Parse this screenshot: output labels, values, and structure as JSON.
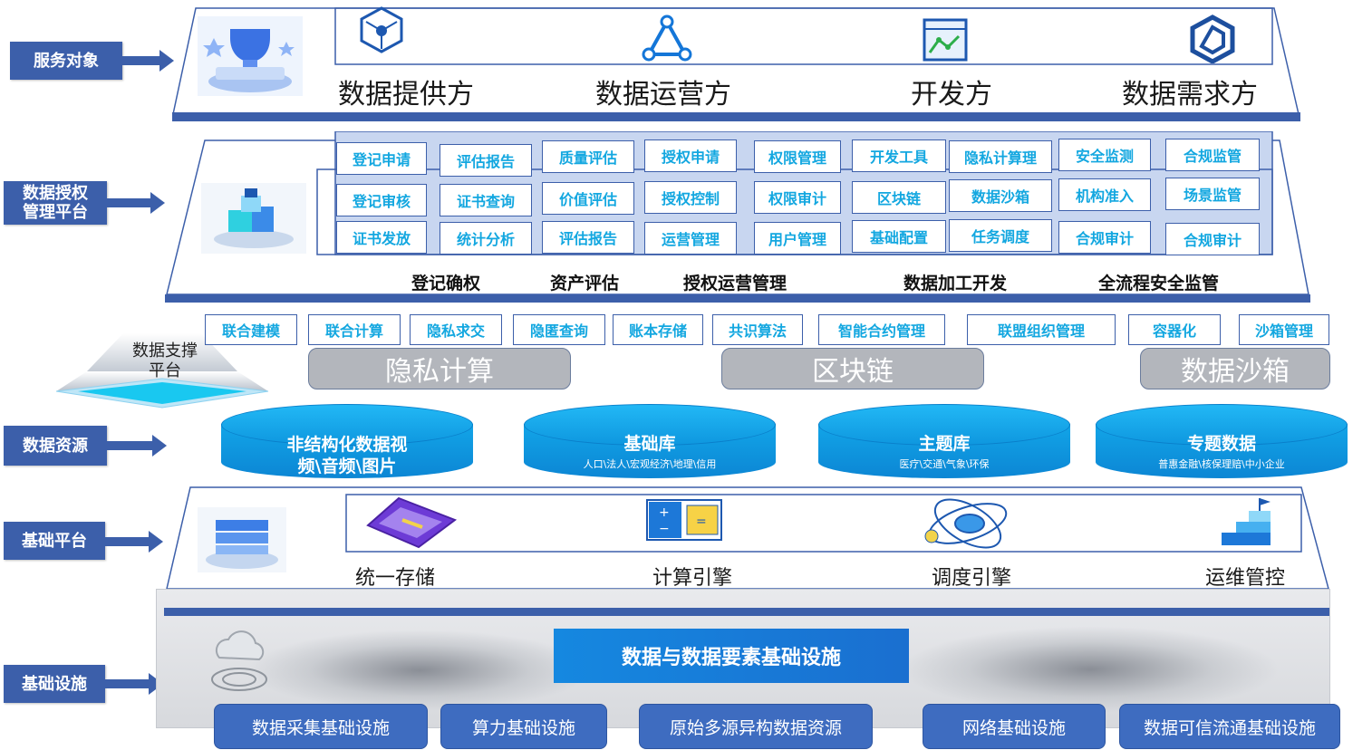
{
  "labels": {
    "service": "服务对象",
    "auth": "数据授权管理平台",
    "support": "数据支撑平台",
    "resource": "数据资源",
    "base": "基础平台",
    "infra": "基础设施"
  },
  "service_objects": [
    "数据提供方",
    "数据运营方",
    "开发方",
    "数据需求方"
  ],
  "auth_rows": [
    [
      "登记申请",
      "评估报告",
      "质量评估",
      "授权申请",
      "权限管理",
      "开发工具",
      "隐私计算理",
      "安全监测",
      "合规监管"
    ],
    [
      "登记审核",
      "证书查询",
      "价值评估",
      "授权控制",
      "权限审计",
      "区块链",
      "数据沙箱",
      "机构准入",
      "场景监管"
    ],
    [
      "证书发放",
      "统计分析",
      "评估报告",
      "运营管理",
      "用户管理",
      "基础配置",
      "任务调度",
      "合规审计",
      "合规审计"
    ]
  ],
  "auth_groups": [
    "登记确权",
    "资产评估",
    "授权运营管理",
    "数据加工开发",
    "全流程安全监管"
  ],
  "support_chips": [
    "联合建模",
    "联合计算",
    "隐私求交",
    "隐匿查询",
    "账本存储",
    "共识算法",
    "智能合约管理",
    "联盟组织管理",
    "容器化",
    "沙箱管理"
  ],
  "support_pills": [
    "隐私计算",
    "区块链",
    "数据沙箱"
  ],
  "resources": [
    {
      "title": "非结构化数据视频\\音频\\图片",
      "title_a": "非结构化数据视",
      "title_b": "频\\音频\\图片",
      "sub": ""
    },
    {
      "title": "基础库",
      "sub": "人口\\法人\\宏观经济\\地理\\信用"
    },
    {
      "title": "主题库",
      "sub": "医疗\\交通\\气象\\环保"
    },
    {
      "title": "专题数据",
      "sub": "普惠金融\\核保理赔\\中小企业"
    }
  ],
  "base_platform": [
    "统一存储",
    "计算引擎",
    "调度引擎",
    "运维管控"
  ],
  "infra": {
    "center": "数据与数据要素基础设施",
    "items": [
      "数据采集基础设施",
      "算力基础设施",
      "原始多源异构数据资源",
      "网络基础设施",
      "数据可信流通基础设施"
    ]
  },
  "colors": {
    "label_bg": "#3c5faa",
    "chip_text": "#13a7e0",
    "cyl": "#0e97df"
  },
  "icons": [
    "trophy-icon",
    "hexagon-node-icon",
    "triangle-network-icon",
    "browser-chart-icon",
    "cube-logo-icon",
    "server-cube-icon",
    "storage-diamond-icon",
    "calculator-icon",
    "orbit-icon",
    "stairs-flag-icon",
    "cloud-icon"
  ]
}
